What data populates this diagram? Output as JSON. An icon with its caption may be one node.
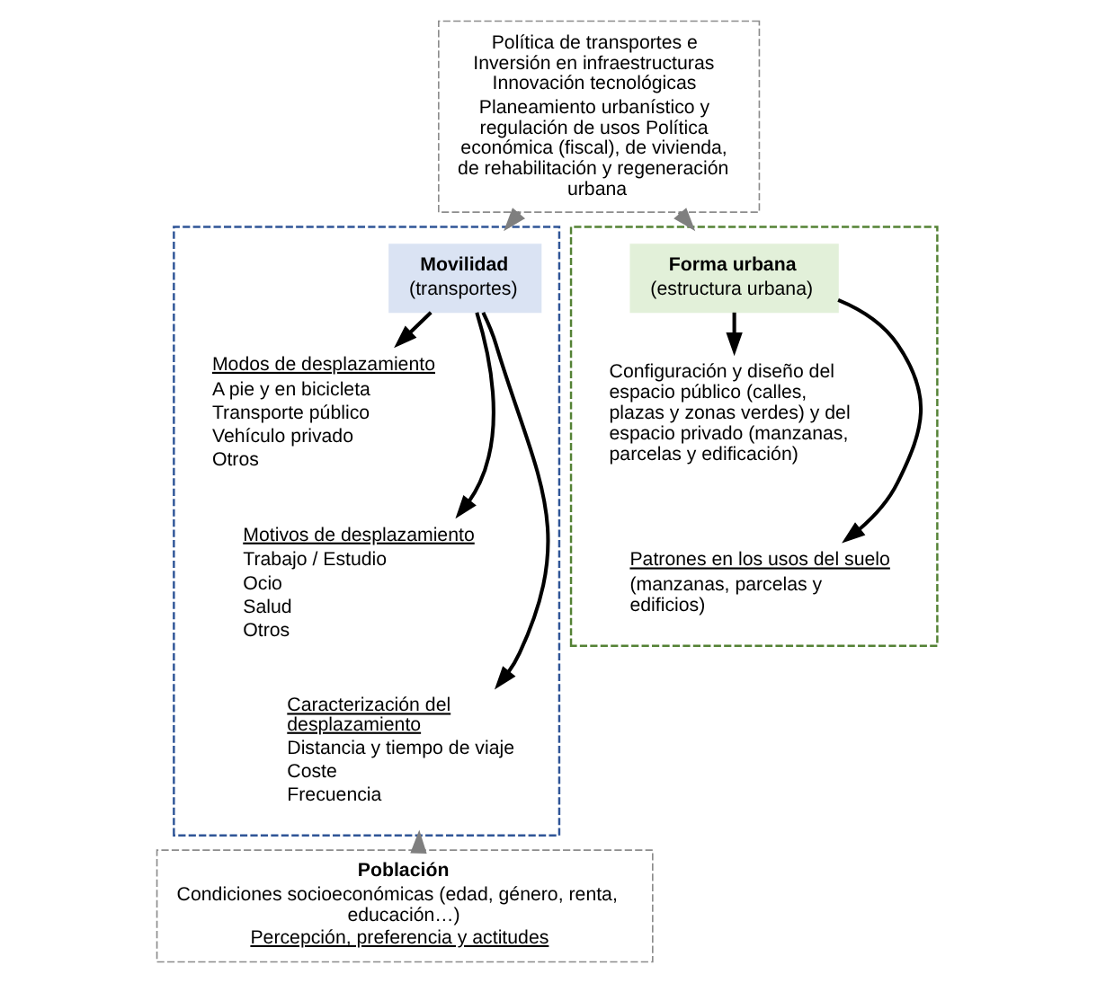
{
  "diagram": {
    "nodes": [
      {
        "text": [
          "Política de transportes e Inversión en infraestructuras Innovación tecnológicas",
          "Planeamiento urbanístico y regulación de usos Política económica (fiscal), de vivienda, de rehabilitación y regeneración urbana"
        ]
      },
      {
        "text": [],
        "shape": "box"
      },
      {
        "text": [
          "Movilidad",
          "(transportes)"
        ],
        "in": 1
      },
      {
        "text": [
          "Modos de desplazamiento",
          "A pie y en bicicleta",
          "Transporte público",
          "Vehículo privado",
          "Otros"
        ],
        "in": 1
      },
      {
        "text": [
          "Motivos de desplazamiento",
          "Trabajo / Estudio",
          "Ocio",
          "Salud",
          "Otros"
        ],
        "in": 1
      },
      {
        "text": [
          "Caracterización del desplazamiento",
          "Distancia y tiempo de viaje",
          "Coste",
          "Frecuencia"
        ],
        "in": 1
      },
      {
        "text": [],
        "shape": "box"
      },
      {
        "text": [
          "Forma urbana",
          "(estructura urbana)"
        ],
        "in": 6
      },
      {
        "text": [
          "Configuración y diseño del espacio público (calles, plazas y zonas verdes) y del espacio privado (manzanas, parcelas y edificación)"
        ],
        "in": 6
      },
      {
        "text": [
          "Patrones en los usos del suelo",
          "(manzanas, parcelas y edificios)"
        ],
        "in": 6
      },
      {
        "text": [
          "Población",
          "Condiciones socioeconómicas (edad, género, renta, educación…)",
          "Percepción, preferencia y actitudes"
        ]
      }
    ],
    "edges": [
      {
        "from": 0,
        "to": 1,
        "arrow": "to",
        "color": "#7f7f7f"
      },
      {
        "from": 0,
        "to": 6,
        "arrow": "to",
        "color": "#7f7f7f"
      },
      {
        "from": 2,
        "to": 3,
        "arrow": "to"
      },
      {
        "from": 2,
        "to": 4,
        "arrow": "to"
      },
      {
        "from": 2,
        "to": 5,
        "arrow": "to"
      },
      {
        "from": 7,
        "to": 8,
        "arrow": "to"
      },
      {
        "from": 7,
        "to": 9,
        "arrow": "to"
      },
      {
        "from": 10,
        "to": 1,
        "arrow": "to",
        "color": "#7f7f7f"
      }
    ]
  }
}
